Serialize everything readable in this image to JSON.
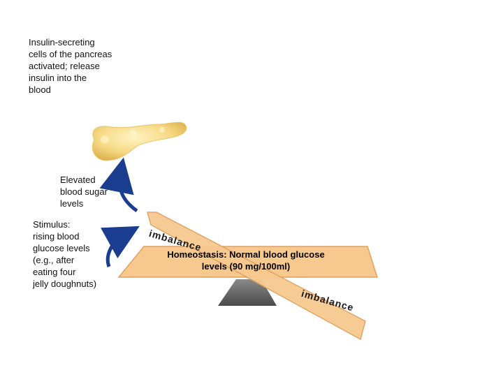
{
  "labels": {
    "insulin": "Insulin-secreting\ncells of the pancreas\nactivated; release\ninsulin into the\nblood",
    "elevated": "Elevated\nblood sugar\nlevels",
    "stimulus": "Stimulus:\nrising blood\nglucose levels\n(e.g., after\neating four\njelly doughnuts)",
    "homeostasis": "Homeostasis: Normal blood glucose\nlevels (90 mg/100ml)",
    "imbalance_top": "imbalance",
    "imbalance_bottom": "imbalance"
  },
  "colors": {
    "arrow": "#1b3d8f",
    "board": "#f7c98f",
    "board_edge": "#e0a060",
    "fulcrum": "#6b6b6b",
    "pancreas": "#f3d98a"
  },
  "icons": {
    "pancreas": "pancreas-organ-icon",
    "arrow_lower": "curved-up-arrow-icon",
    "arrow_upper": "curved-up-arrow-icon"
  }
}
